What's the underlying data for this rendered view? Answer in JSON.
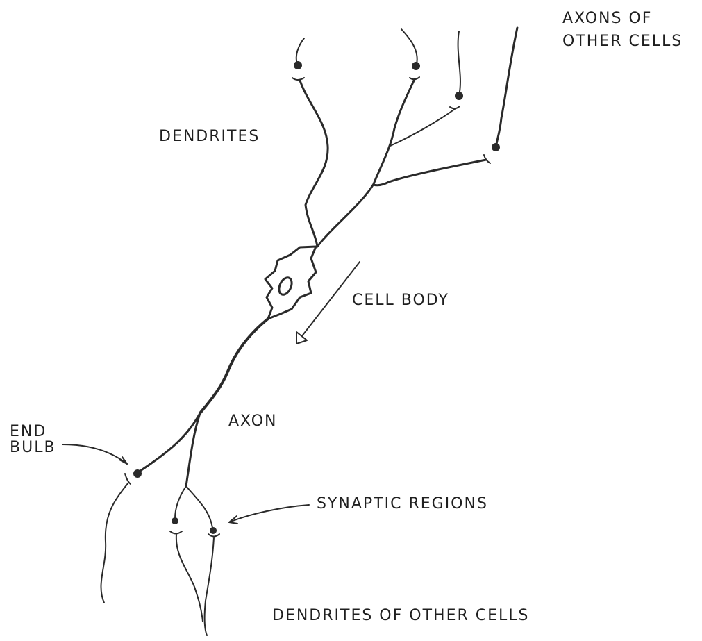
{
  "labels": {
    "axons_of_other_cells_line1": "AXONS OF",
    "axons_of_other_cells_line2": "OTHER CELLS",
    "dendrites": "DENDRITES",
    "cell_body": "CELL BODY",
    "axon": "AXON",
    "end_bulb_line1": "END",
    "end_bulb_line2": "BULB",
    "synaptic_regions": "SYNAPTIC REGIONS",
    "dendrites_of_other_cells": "DENDRITES OF OTHER CELLS"
  },
  "colors": {
    "ink": "#2a2a2a",
    "background": "#ffffff"
  }
}
